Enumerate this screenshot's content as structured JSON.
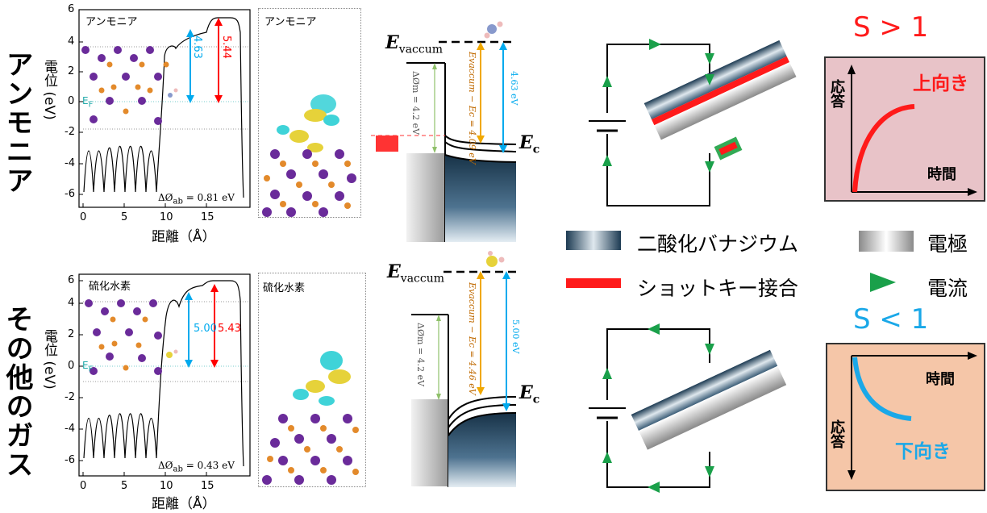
{
  "rows": {
    "top_label": "アンモニア",
    "bottom_label": "その他のガス"
  },
  "top_plot": {
    "title": "アンモニア",
    "ylabel": "電位 (eV)",
    "xlabel": "距離（Å）",
    "yticks": [
      "6",
      "4",
      "2",
      "0",
      "-2",
      "-4",
      "-6"
    ],
    "xticks": [
      "0",
      "5",
      "10",
      "15"
    ],
    "val_blue": "4.63",
    "val_red": "5.44",
    "ef_label": "E",
    "ef_sub": "F",
    "delta": "ΔØ",
    "delta_sub": "ab",
    "delta_value": " = 0.81 eV"
  },
  "bottom_plot": {
    "title": "硫化水素",
    "ylabel": "電位 (eV)",
    "xlabel": "距離（Å）",
    "yticks": [
      "6",
      "4",
      "2",
      "0",
      "-2",
      "-4",
      "-6"
    ],
    "xticks": [
      "0",
      "5",
      "10",
      "15"
    ],
    "val_blue": "5.00",
    "val_red": "5.43",
    "ef_label": "E",
    "ef_sub": "F",
    "delta": "ΔØ",
    "delta_sub": "ab",
    "delta_value": " = 0.43 eV"
  },
  "top_struct_title": "アンモニア",
  "bottom_struct_title": "硫化水素",
  "top_band": {
    "evac": "E",
    "evac_sub": "vaccum",
    "ec": "E",
    "ec_sub": "c",
    "phi": "ΔØ",
    "phi_sub": "m",
    "phi_val": " = 4.2 eV",
    "ecdiff": "E",
    "ecdiff_sub1": "vaccum",
    "ecdiff_mid": " − E",
    "ecdiff_sub2": "c",
    "ecdiff_val": "= 4.09 eV",
    "blue_val": "4.63 eV"
  },
  "bottom_band": {
    "evac": "E",
    "evac_sub": "vaccum",
    "ec": "E",
    "ec_sub": "c",
    "phi": "ΔØ",
    "phi_sub": "m",
    "phi_val": " = 4.2 eV",
    "ecdiff": "E",
    "ecdiff_sub1": "vaccum",
    "ecdiff_mid": " − E",
    "ecdiff_sub2": "c",
    "ecdiff_val": " = 4.46 eV",
    "blue_val": "5.00 eV"
  },
  "ratio_top": "S > 1",
  "ratio_bottom": "S < 1",
  "legend": {
    "vo2": "二酸化バナジウム",
    "electrode": "電極",
    "schottky": "ショットキー接合",
    "current": "電流"
  },
  "response_top": {
    "y": "応答",
    "x": "時間",
    "dir": "上向き"
  },
  "response_bottom": {
    "y": "応答",
    "x": "時間",
    "dir": "下向き"
  },
  "colors": {
    "red": "#ff0000",
    "blue": "#00aaee",
    "orange": "#f0a800",
    "green": "#33aa55",
    "top_box": "#e8c3c8",
    "bottom_box": "#f5c6a8"
  }
}
